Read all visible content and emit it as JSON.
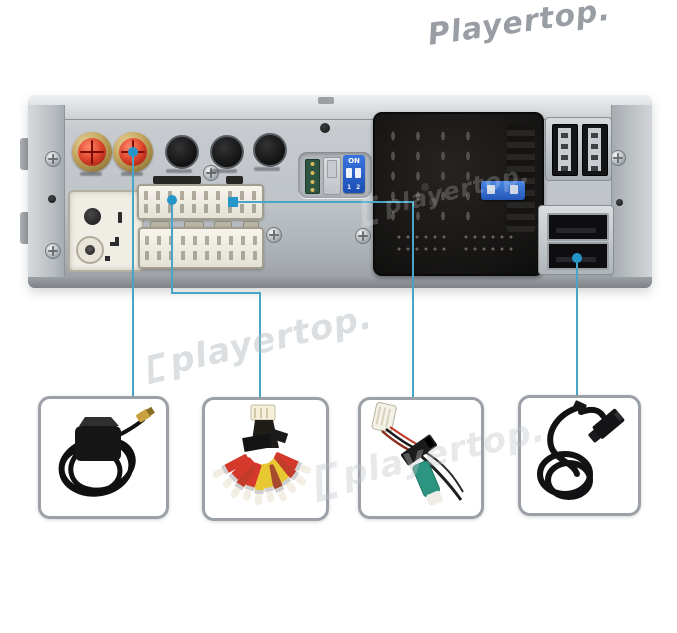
{
  "watermark": {
    "text": "Playertop.",
    "text_lower": "playertop.",
    "logo_icon": "playertop-logo",
    "color": "#9aa0a6"
  },
  "rear_panel": {
    "dip_switch": {
      "on_label": "ON",
      "position_labels": [
        "1",
        "2"
      ]
    },
    "ports": [
      {
        "icon": "radio-antenna-jack-icon",
        "count": 2
      },
      {
        "icon": "round-av-port-icon",
        "count": 3
      },
      {
        "icon": "gps-power-socket-icon",
        "count": 1
      },
      {
        "icon": "white-harness-connector-icon",
        "count": 2
      },
      {
        "icon": "main-iso-connector-icon",
        "count": 1
      },
      {
        "icon": "blade-fuse-icon",
        "count": 1
      },
      {
        "icon": "usb-port-icon",
        "count": 4
      }
    ]
  },
  "callouts": [
    {
      "id": "gps",
      "accessory_icon": "gps-antenna-icon"
    },
    {
      "id": "rca",
      "accessory_icon": "rca-av-harness-icon"
    },
    {
      "id": "adapter",
      "accessory_icon": "adapter-cable-icon"
    },
    {
      "id": "usb",
      "accessory_icon": "usb-extension-cable-icon"
    }
  ],
  "colors": {
    "callout_line": "#49a5c6",
    "callout_dot": "#2695c8",
    "box_border": "#9ba1a7",
    "dip_blue": "#2b63d4",
    "fuse_blue": "#2f6fd0",
    "jack_red": "#d8352a",
    "brass": "#c2a35c",
    "rca_red": "#d5392b",
    "rca_yellow": "#e8c832",
    "teal_connector": "#2c9480"
  }
}
